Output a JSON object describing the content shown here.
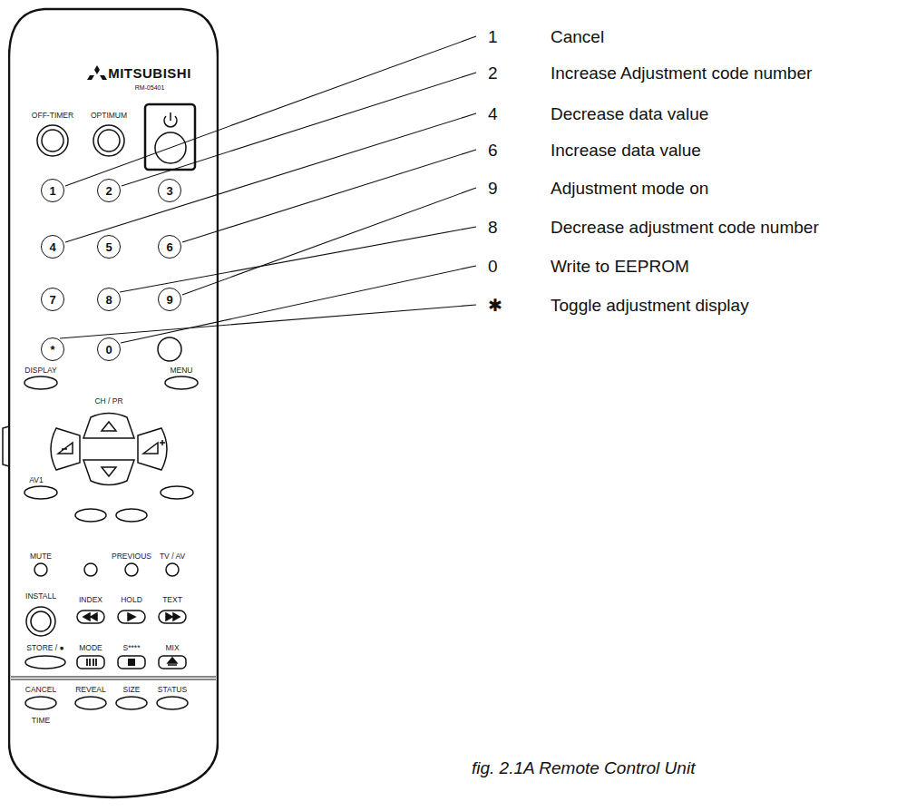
{
  "diagram": {
    "caption": "fig. 2.1A Remote Control Unit",
    "nodes": [
      {
        "text": [
          "MITSUBISHI",
          "RM-05401"
        ]
      },
      {
        "text": [
          "1"
        ],
        "in": 0
      },
      {
        "text": [
          "2"
        ],
        "in": 0
      },
      {
        "text": [
          "3"
        ],
        "in": 0
      },
      {
        "text": [
          "4"
        ],
        "in": 0
      },
      {
        "text": [
          "5"
        ],
        "in": 0
      },
      {
        "text": [
          "6"
        ],
        "in": 0
      },
      {
        "text": [
          "7"
        ],
        "in": 0
      },
      {
        "text": [
          "8"
        ],
        "in": 0
      },
      {
        "text": [
          "9"
        ],
        "in": 0
      },
      {
        "text": [
          "*"
        ],
        "in": 0
      },
      {
        "text": [
          "0"
        ],
        "in": 0
      }
    ],
    "labels": [
      "OFF-TIMER",
      "OPTIMUM",
      "DISPLAY",
      "MENU",
      "CH / PR",
      "AV1",
      "MUTE",
      "PREVIOUS",
      "TV / AV",
      "INSTALL",
      "INDEX",
      "HOLD",
      "TEXT",
      "STORE / ●",
      "MODE",
      "S****",
      "MIX",
      "CANCEL",
      "REVEAL",
      "SIZE",
      "STATUS",
      "TIME",
      "1",
      "Cancel",
      "2",
      "Increase Adjustment code number",
      "4",
      "Decrease data value",
      "6",
      "Increase data value",
      "9",
      "Adjustment mode on",
      "8",
      "Decrease adjustment code number",
      "0",
      "Write to EEPROM",
      "✱",
      "Toggle adjustment display"
    ]
  }
}
